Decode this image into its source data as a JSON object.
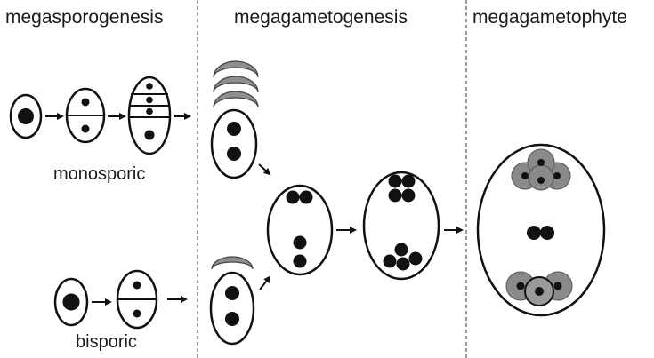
{
  "headers": {
    "megasporogenesis": "megasporogenesis",
    "megagametogenesis": "megagametogenesis",
    "megagametophyte": "megagametophyte"
  },
  "labels": {
    "monosporic": "monosporic",
    "bisporic": "bisporic"
  },
  "colors": {
    "ink": "#111111",
    "degenerated_cell": "#8e8e8e",
    "divider": "#555555",
    "background": "#ffffff"
  },
  "icons": {
    "arrow": "arrow-right-icon",
    "nucleus": "filled-circle",
    "cell": "ellipse-outline",
    "degenerated_megaspore": "gray-crescent"
  }
}
